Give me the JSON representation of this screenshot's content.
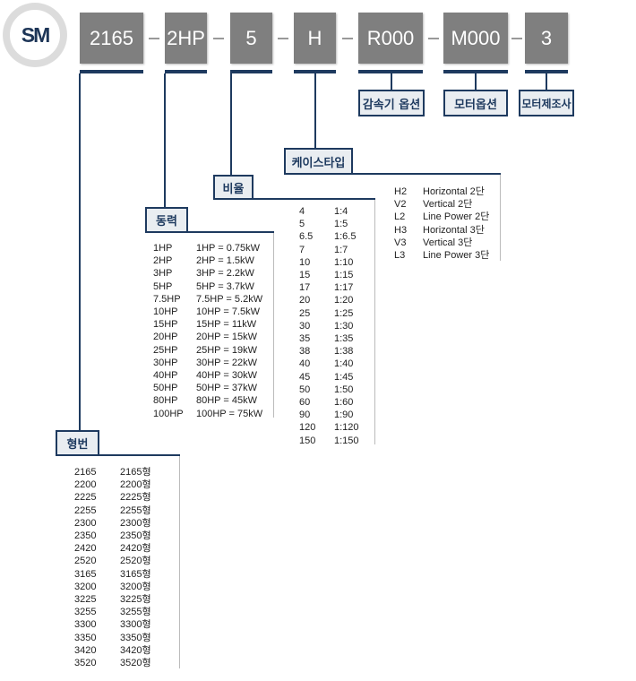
{
  "logo": "SM",
  "codes": [
    "2165",
    "2HP",
    "5",
    "H",
    "R000",
    "M000",
    "3"
  ],
  "options": {
    "reducer": "감속기 옵션",
    "motor": "모터옵션",
    "maker": "모터제조사"
  },
  "case_type": {
    "label": "케이스타입",
    "rows": [
      [
        "H2",
        "Horizontal 2단"
      ],
      [
        "V2",
        "Vertical 2단"
      ],
      [
        "L2",
        "Line Power 2단"
      ],
      [
        "H3",
        "Horizontal 3단"
      ],
      [
        "V3",
        "Vertical 3단"
      ],
      [
        "L3",
        "Line Power 3단"
      ]
    ]
  },
  "ratio": {
    "label": "비율",
    "rows": [
      [
        "4",
        "1:4"
      ],
      [
        "5",
        "1:5"
      ],
      [
        "6.5",
        "1:6.5"
      ],
      [
        "7",
        "1:7"
      ],
      [
        "10",
        "1:10"
      ],
      [
        "15",
        "1:15"
      ],
      [
        "17",
        "1:17"
      ],
      [
        "20",
        "1:20"
      ],
      [
        "25",
        "1:25"
      ],
      [
        "30",
        "1:30"
      ],
      [
        "35",
        "1:35"
      ],
      [
        "38",
        "1:38"
      ],
      [
        "40",
        "1:40"
      ],
      [
        "45",
        "1:45"
      ],
      [
        "50",
        "1:50"
      ],
      [
        "60",
        "1:60"
      ],
      [
        "90",
        "1:90"
      ],
      [
        "120",
        "1:120"
      ],
      [
        "150",
        "1:150"
      ]
    ]
  },
  "power": {
    "label": "동력",
    "rows": [
      [
        "1HP",
        "1HP = 0.75kW"
      ],
      [
        "2HP",
        "2HP = 1.5kW"
      ],
      [
        "3HP",
        "3HP = 2.2kW"
      ],
      [
        "5HP",
        "5HP = 3.7kW"
      ],
      [
        "7.5HP",
        "7.5HP = 5.2kW"
      ],
      [
        "10HP",
        "10HP = 7.5kW"
      ],
      [
        "15HP",
        "15HP = 11kW"
      ],
      [
        "20HP",
        "20HP = 15kW"
      ],
      [
        "25HP",
        "25HP = 19kW"
      ],
      [
        "30HP",
        "30HP = 22kW"
      ],
      [
        "40HP",
        "40HP = 30kW"
      ],
      [
        "50HP",
        "50HP = 37kW"
      ],
      [
        "80HP",
        "80HP = 45kW"
      ],
      [
        "100HP",
        "100HP = 75kW"
      ]
    ]
  },
  "frame": {
    "label": "형번",
    "rows": [
      [
        "2165",
        "2165형"
      ],
      [
        "2200",
        "2200형"
      ],
      [
        "2225",
        "2225형"
      ],
      [
        "2255",
        "2255형"
      ],
      [
        "2300",
        "2300형"
      ],
      [
        "2350",
        "2350형"
      ],
      [
        "2420",
        "2420형"
      ],
      [
        "2520",
        "2520형"
      ],
      [
        "3165",
        "3165형"
      ],
      [
        "3200",
        "3200형"
      ],
      [
        "3225",
        "3225형"
      ],
      [
        "3255",
        "3255형"
      ],
      [
        "3300",
        "3300형"
      ],
      [
        "3350",
        "3350형"
      ],
      [
        "3420",
        "3420형"
      ],
      [
        "3520",
        "3520형"
      ]
    ]
  }
}
